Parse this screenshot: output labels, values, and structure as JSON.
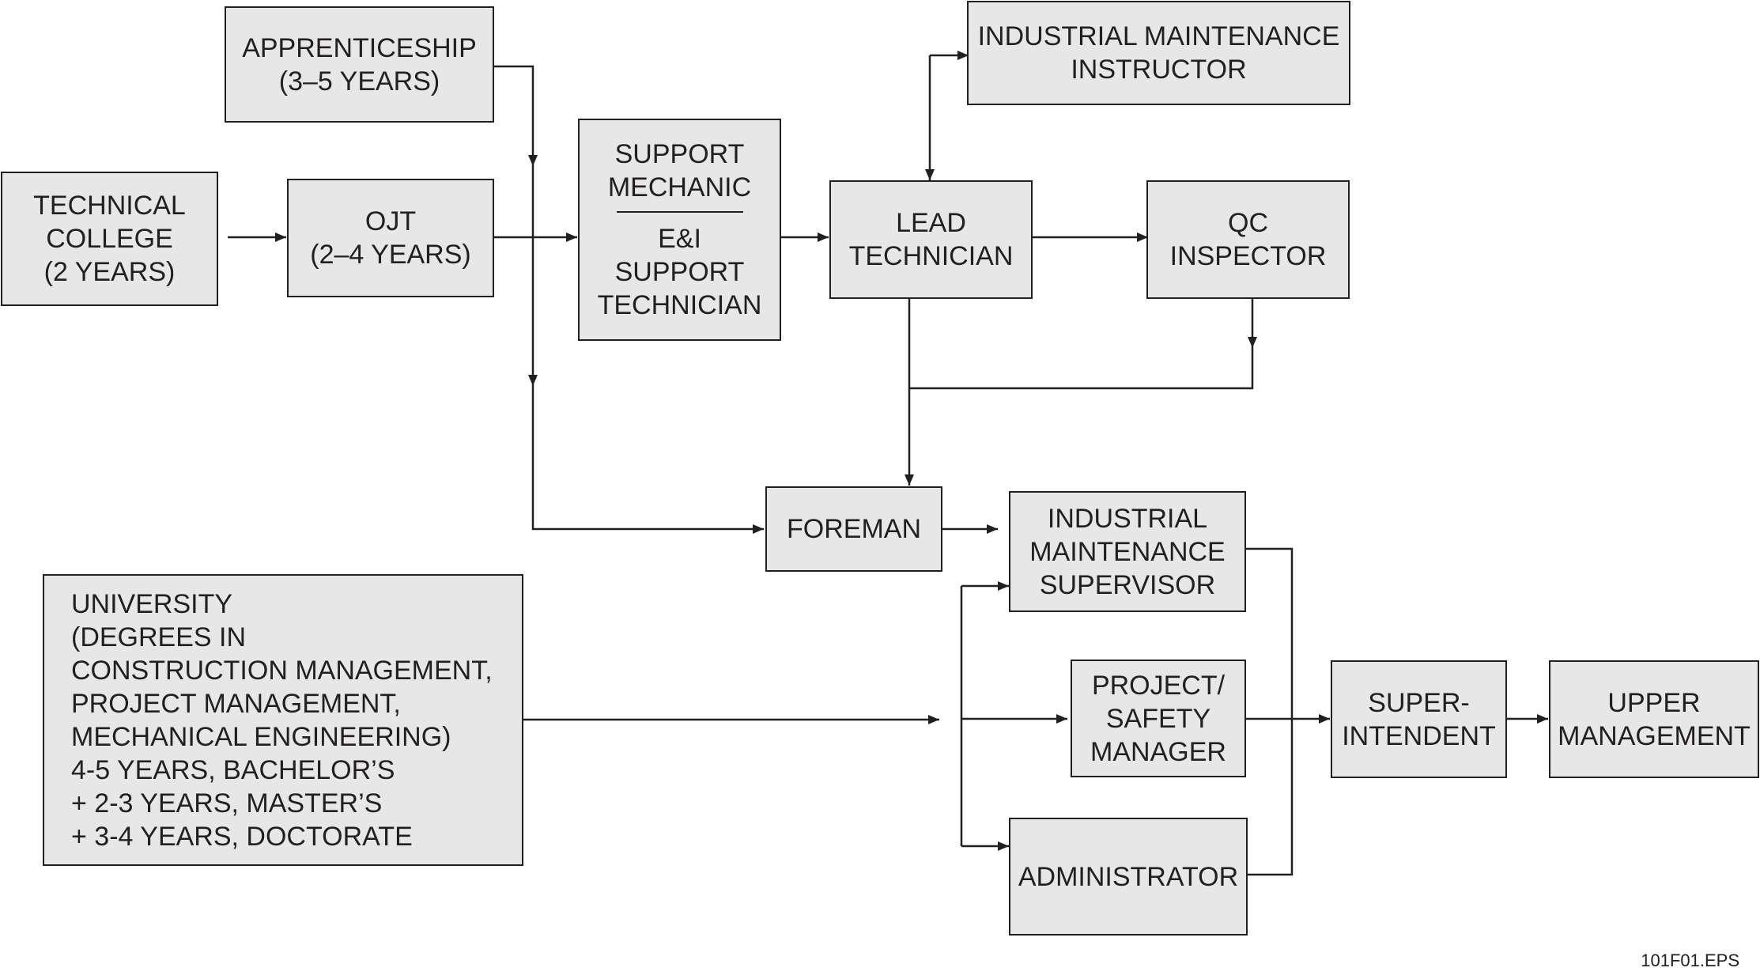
{
  "boxes": {
    "apprenticeship": [
      "APPRENTICESHIP",
      "(3–5 YEARS)"
    ],
    "technical_college": [
      "TECHNICAL",
      "COLLEGE",
      "(2 YEARS)"
    ],
    "ojt": [
      "OJT",
      "(2–4 YEARS)"
    ],
    "support_top": [
      "SUPPORT",
      "MECHANIC"
    ],
    "support_bottom": [
      "E&I",
      "SUPPORT",
      "TECHNICIAN"
    ],
    "instructor": [
      "INDUSTRIAL MAINTENANCE",
      "INSTRUCTOR"
    ],
    "lead_technician": [
      "LEAD",
      "TECHNICIAN"
    ],
    "qc_inspector": [
      "QC",
      "INSPECTOR"
    ],
    "foreman": [
      "FOREMAN"
    ],
    "supervisor": [
      "INDUSTRIAL",
      "MAINTENANCE",
      "SUPERVISOR"
    ],
    "project_safety": [
      "PROJECT/",
      "SAFETY",
      "MANAGER"
    ],
    "administrator": [
      "ADMINISTRATOR"
    ],
    "superintendent": [
      "SUPER-",
      "INTENDENT"
    ],
    "upper_management": [
      "UPPER",
      "MANAGEMENT"
    ],
    "university": [
      "UNIVERSITY",
      "(DEGREES IN",
      "CONSTRUCTION MANAGEMENT,",
      "PROJECT MANAGEMENT,",
      "MECHANICAL ENGINEERING)",
      "4-5 YEARS, BACHELOR’S",
      "+ 2-3 YEARS, MASTER’S",
      "+ 3-4 YEARS, DOCTORATE"
    ]
  },
  "footer_code": "101F01.EPS",
  "colors": {
    "box_fill": "#e7e7e7",
    "ink": "#231f20"
  }
}
